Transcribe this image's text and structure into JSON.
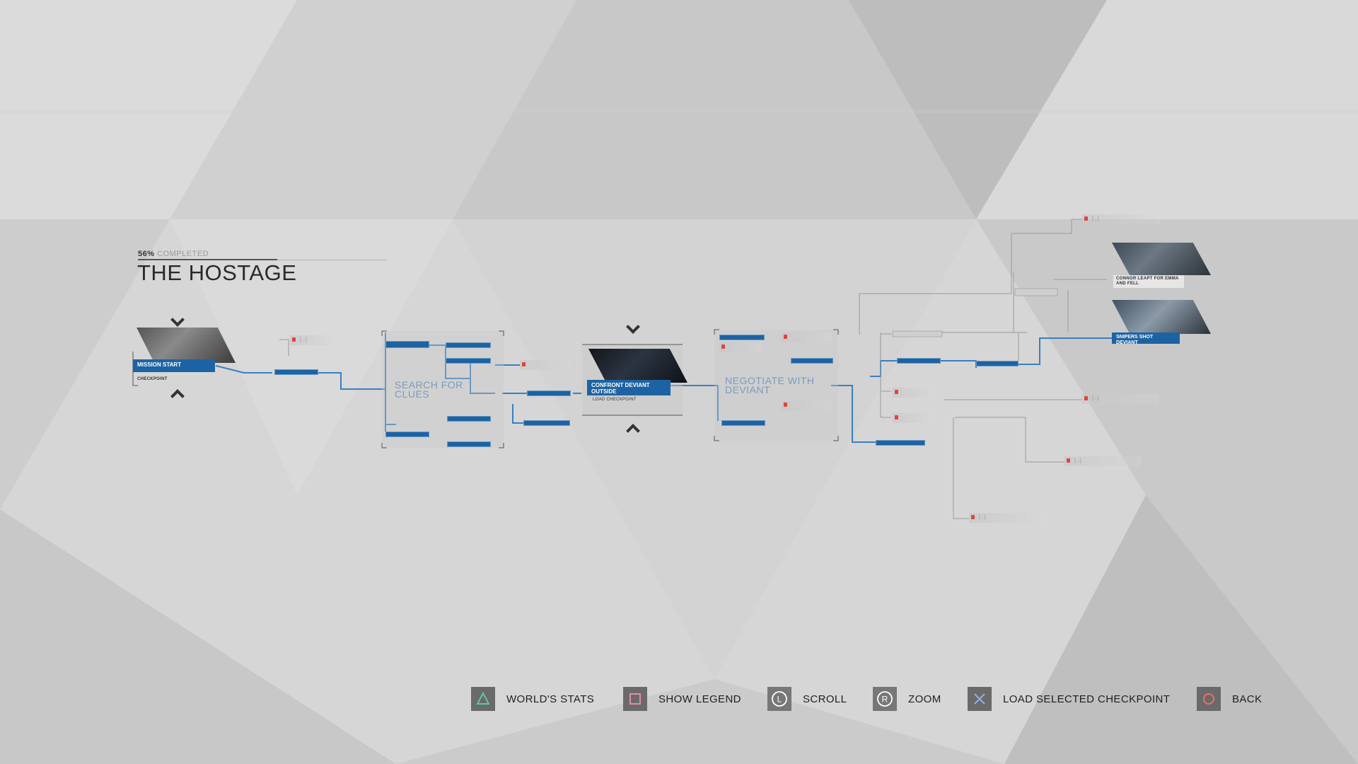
{
  "mission": {
    "progress_pct": "56%",
    "progress_word": "COMPLETED",
    "title": "THE HOSTAGE"
  },
  "nodes": {
    "mission_start": "MISSION START",
    "checkpoint": "CHECKPOINT",
    "search_for_clues": "SEARCH FOR CLUES",
    "confront_deviant": "CONFRONT DEVIANT OUTSIDE",
    "load_checkpoint": "LOAD CHECKPOINT",
    "negotiate_with_deviant": "NEGOTIATE WITH DEVIANT",
    "connor_leapt": "CONNOR LEAPT FOR EMMA AND FELL",
    "snipers_shot": "SNIPERS SHOT DEVIANT",
    "locked_text": "[...]"
  },
  "footer": {
    "buttons": [
      {
        "key": "triangle",
        "label": "WORLD'S STATS",
        "color": "#5ec7a0"
      },
      {
        "key": "square",
        "label": "SHOW LEGEND",
        "color": "#e58aa6"
      },
      {
        "key": "l-stick",
        "label": "SCROLL",
        "glyph": "L"
      },
      {
        "key": "r-stick",
        "label": "ZOOM",
        "glyph": "R"
      },
      {
        "key": "cross",
        "label": "LOAD SELECTED CHECKPOINT",
        "color": "#8fb1e2"
      },
      {
        "key": "circle",
        "label": "BACK",
        "color": "#e8716a"
      }
    ]
  },
  "colors": {
    "accent": "#1d63a3",
    "line": "#3b7fbf",
    "lock": "#e0443a",
    "background": "#d6d6d6"
  }
}
